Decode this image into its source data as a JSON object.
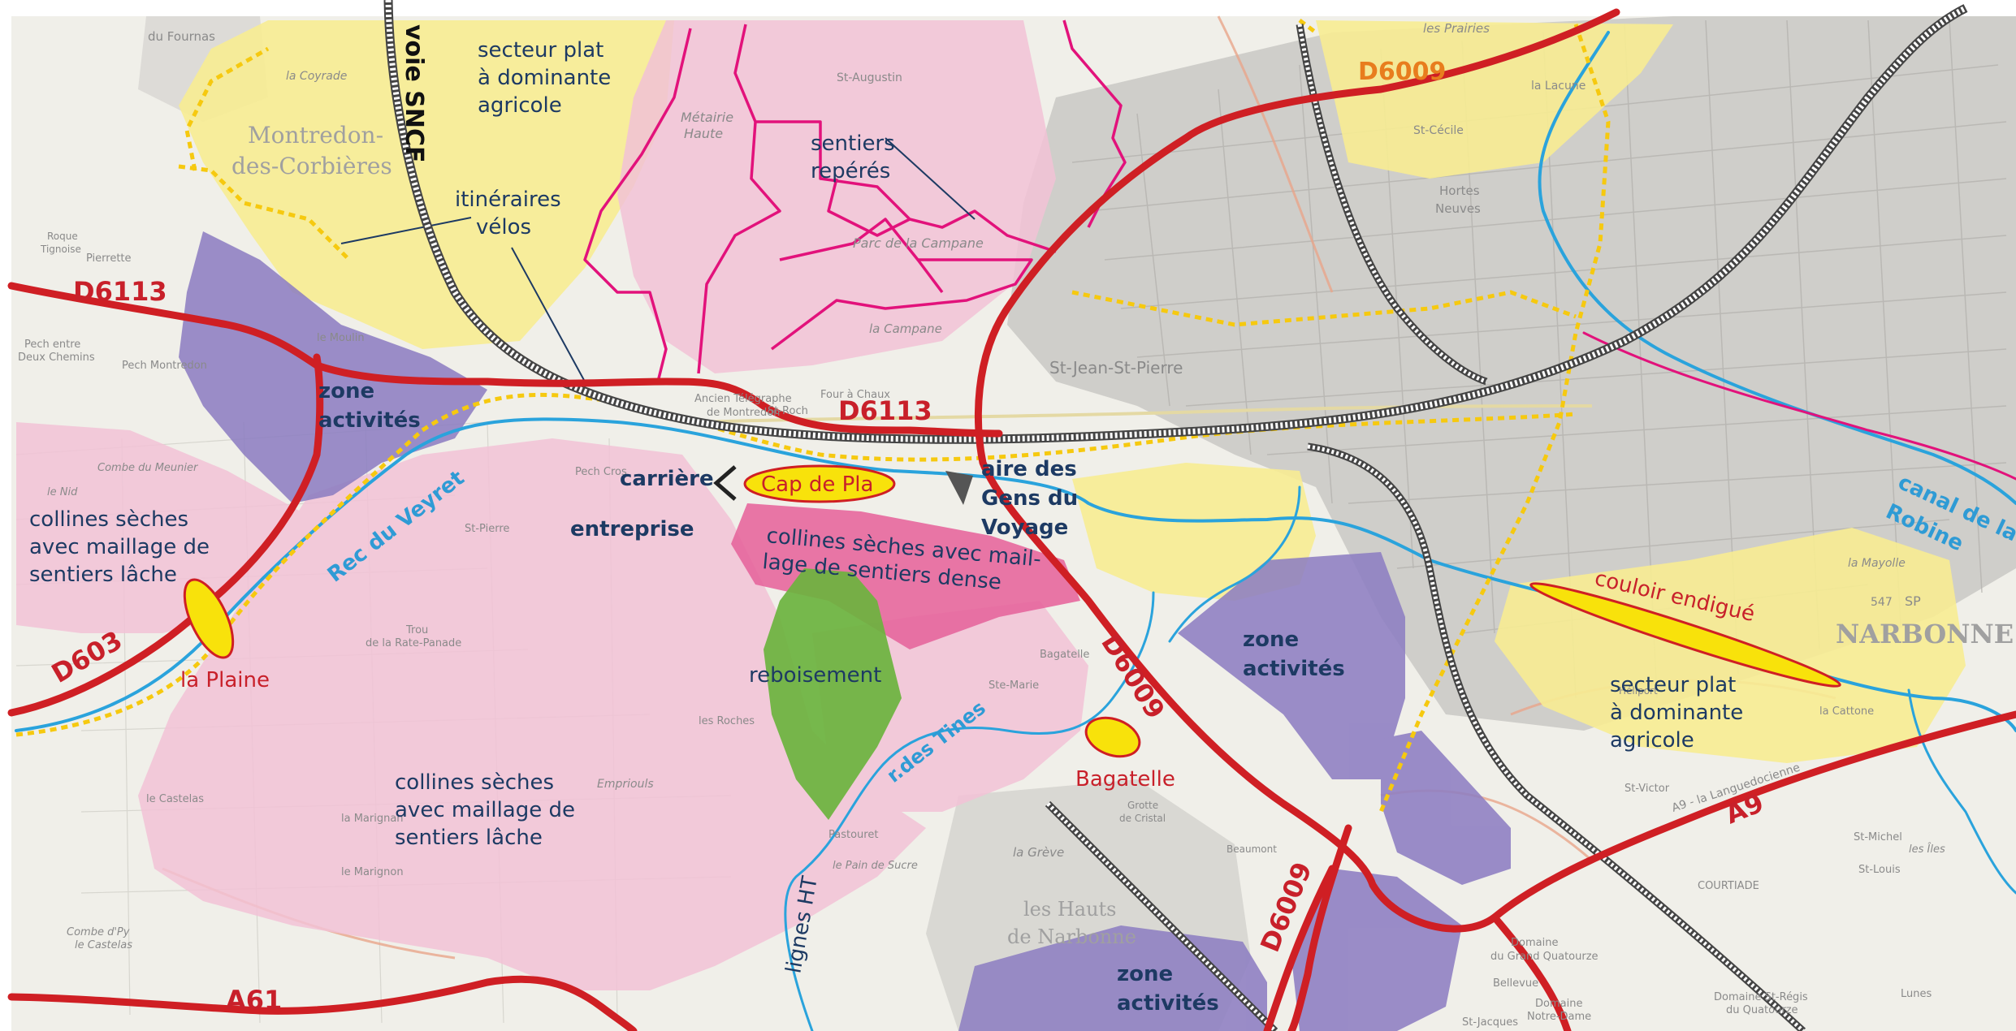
{
  "colors": {
    "background": "#f0efe9",
    "urban": "#c9c8c4",
    "agri_zone": "#f7ec92",
    "activity_zone": "#8d7ec2",
    "dry_hills_light": "#f2c2d6",
    "dry_hills_dense": "#e7679d",
    "reforestation": "#6bb33e",
    "road_red": "#cf1f24",
    "water_blue": "#2aa3dc",
    "path_magenta": "#e2127b",
    "rail": "#444444",
    "bike_dotted": "#f6c90f",
    "label_blue_dark": "#1d3a63",
    "label_red": "#c8202a",
    "label_orange": "#e87d1e",
    "label_blue": "#2f9bd5",
    "yellow_point": "#f8e20b"
  },
  "roads": {
    "d6113_west": "D6113",
    "d6113_center": "D6113",
    "d6009_north": "D6009",
    "d6009_center": "D6009",
    "d6009_south": "D6009",
    "d603": "D603",
    "a61": "A61",
    "a9": "A9"
  },
  "rail": {
    "voie_sncf": "voie SNCF"
  },
  "water": {
    "rec_du_veyret": "Rec du Veyret",
    "r_des_tines": "r.des Tines",
    "canal_line1": "canal de la",
    "canal_line2": "Robine"
  },
  "zones": {
    "agri_nw": [
      "secteur plat",
      "à dominante",
      "agricole"
    ],
    "agri_se": [
      "secteur plat",
      "à dominante",
      "agricole"
    ],
    "activities_w": [
      "zone",
      "activités"
    ],
    "activities_e": [
      "zone",
      "activités"
    ],
    "activities_s": [
      "zone",
      "activités"
    ],
    "hills_west": [
      "collines sèches",
      "avec maillage de",
      "sentiers lâche"
    ],
    "hills_south": [
      "collines sèches",
      "avec maillage de",
      "sentiers lâche"
    ],
    "hills_dense": [
      "collines sèches avec mail-",
      "lage de sentiers dense"
    ],
    "reforestation": "reboisement",
    "paths": [
      "sentiers",
      "repérés"
    ],
    "bike_routes": [
      "itinéraires",
      "vélos"
    ],
    "power_lines": "lignes HT",
    "quarry": "carrière",
    "company": "entreprise",
    "travellers": [
      "aire des",
      "Gens du",
      "Voyage"
    ],
    "embanked_corridor": "couloir endigué"
  },
  "places": {
    "cap_de_pla": "Cap de Pla",
    "la_plaine": "la Plaine",
    "bagatelle": "Bagatelle"
  },
  "basemap": {
    "montredon": [
      "Montredon-",
      "des-Corbières"
    ],
    "narbonne": "NARBONNE",
    "les_hauts": [
      "les Hauts",
      "de Narbonne"
    ],
    "st_jean": "St-Jean-St-Pierre",
    "metairie": [
      "Métairie",
      "Haute"
    ],
    "parc": "Parc de la Campane",
    "la_campane": "la Campane",
    "telegraphe": [
      "Ancien Télégraphe",
      "de Montredon"
    ],
    "four": [
      "Four à Chaux",
      "St-Roch"
    ],
    "st_augustin": "St-Augustin",
    "la_coyrade": "la Coyrade",
    "du_fournas": "du Fournas",
    "les_prairies": "les Prairies",
    "la_lacune": "la Lacune",
    "st_cecile": "St-Cécile",
    "hortes": [
      "Hortes",
      "Neuves"
    ],
    "pierrette": "Pierrette",
    "roque": [
      "Roque",
      "Tignoise"
    ],
    "pech_entre": [
      "Pech entre",
      "Deux Chemins"
    ],
    "pech_montredon": "Pech Montredon",
    "le_moulin": "le Moulin",
    "le_nid": "le Nid",
    "combe_meunier": "Combe du Meunier",
    "trou": [
      "Trou",
      "de la Rate-Panade"
    ],
    "st_pierre": "St-Pierre",
    "le_castelas": "le Castelas",
    "la_marignan": "la Marignan",
    "le_marignon": "le Marignon",
    "combe_py": [
      "Combe d'Py",
      "le Castelas"
    ],
    "empriouls": "Empriouls",
    "les_roches": "les Roches",
    "pech_cros": "Pech Cros",
    "pastouret": "Pastouret",
    "pain_sucre": "le Pain de Sucre",
    "grotte": [
      "Grotte",
      "de Cristal"
    ],
    "la_greve": "la Grève",
    "bagatelle_base": "Bagatelle",
    "ste_marie": "Ste-Marie",
    "heliport": "Héliport",
    "st_victor": "St-Victor",
    "la_mayolle": "la Mayolle",
    "la_cattone": "la Cattone",
    "a9_name": "A9 - la Languedocienne",
    "st_michel": "St-Michel",
    "st_louis": "St-Louis",
    "les_iles": "les Îles",
    "courtiade": "COURTIADE",
    "domaine_quatourze": [
      "Domaine",
      "du Grand Quatourze"
    ],
    "bellevue": "Bellevue",
    "domaine_nd": [
      "Domaine",
      "Notre-Dame"
    ],
    "domaine_st_regis": [
      "Domaine St-Régis",
      "du Quatourze"
    ],
    "lunes": "Lunes",
    "st_jacques": "St-Jacques",
    "beaumont": "Beaumont",
    "sp": "SP",
    "spot_height": "547"
  }
}
